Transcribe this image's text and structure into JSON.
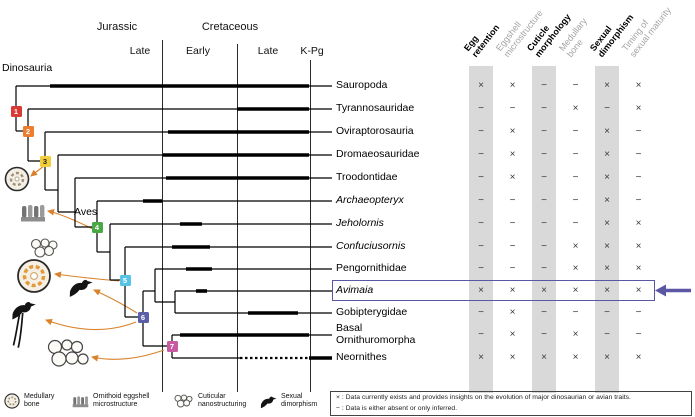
{
  "timeline": {
    "jurassic": "Jurassic",
    "cretaceous": "Cretaceous",
    "jurassic_stage": "Late",
    "cretaceous_early": "Early",
    "cretaceous_late": "Late",
    "kpg": "K-Pg"
  },
  "clade_labels": {
    "dinosauria": "Dinosauria",
    "aves": "Aves"
  },
  "columns": [
    {
      "line1": "Egg",
      "line2": "retention",
      "emphasis": true
    },
    {
      "line1": "Eggshell",
      "line2": "microstructure",
      "emphasis": false
    },
    {
      "line1": "Cuticle",
      "line2": "morphology",
      "emphasis": true
    },
    {
      "line1": "Medullary",
      "line2": "bone",
      "emphasis": false
    },
    {
      "line1": "Sexual",
      "line2": "dimorphism",
      "emphasis": true
    },
    {
      "line1": "Timing of",
      "line2": "sexual maturity",
      "emphasis": false
    }
  ],
  "taxa": [
    {
      "name": "Sauropoda",
      "italic": false,
      "values": [
        "×",
        "×",
        "−",
        "−",
        "×",
        "×"
      ]
    },
    {
      "name": "Tyrannosauridae",
      "italic": false,
      "values": [
        "−",
        "−",
        "−",
        "×",
        "−",
        "×"
      ]
    },
    {
      "name": "Oviraptorosauria",
      "italic": false,
      "values": [
        "−",
        "×",
        "−",
        "−",
        "×",
        "−"
      ]
    },
    {
      "name": "Dromaeosauridae",
      "italic": false,
      "values": [
        "−",
        "×",
        "−",
        "−",
        "×",
        "−"
      ]
    },
    {
      "name": "Troodontidae",
      "italic": false,
      "values": [
        "−",
        "×",
        "−",
        "−",
        "×",
        "−"
      ]
    },
    {
      "name": "Archaeopteryx",
      "italic": true,
      "values": [
        "−",
        "−",
        "−",
        "−",
        "×",
        "−"
      ]
    },
    {
      "name": "Jeholornis",
      "italic": true,
      "values": [
        "−",
        "−",
        "−",
        "−",
        "×",
        "×"
      ]
    },
    {
      "name": "Confuciusornis",
      "italic": true,
      "values": [
        "−",
        "−",
        "−",
        "×",
        "×",
        "×"
      ]
    },
    {
      "name": "Pengornithidae",
      "italic": false,
      "values": [
        "−",
        "−",
        "−",
        "×",
        "×",
        "×"
      ]
    },
    {
      "name": "Avimaia",
      "italic": true,
      "values": [
        "×",
        "×",
        "×",
        "×",
        "×",
        "×"
      ]
    },
    {
      "name": "Gobipterygidae",
      "italic": false,
      "values": [
        "−",
        "×",
        "−",
        "−",
        "−",
        "−"
      ]
    },
    {
      "name": "Basal\nOrnithuromorpha",
      "italic": false,
      "values": [
        "−",
        "×",
        "−",
        "×",
        "−",
        "−"
      ]
    },
    {
      "name": "Neornithes",
      "italic": false,
      "values": [
        "×",
        "×",
        "×",
        "×",
        "×",
        "×"
      ]
    }
  ],
  "nodes": [
    {
      "label": "1",
      "color": "#d93a35",
      "text": "#ffffff"
    },
    {
      "label": "2",
      "color": "#ee7d2d",
      "text": "#ffffff"
    },
    {
      "label": "3",
      "color": "#f2cf3a",
      "text": "#222222"
    },
    {
      "label": "4",
      "color": "#4aa845",
      "text": "#ffffff"
    },
    {
      "label": "5",
      "color": "#57c4e6",
      "text": "#ffffff"
    },
    {
      "label": "6",
      "color": "#5a5fa8",
      "text": "#ffffff"
    },
    {
      "label": "7",
      "color": "#c75aa3",
      "text": "#ffffff"
    }
  ],
  "highlight": {
    "taxon": "Avimaia",
    "color": "#5b57a5"
  },
  "legend": {
    "items": [
      {
        "icon": "medullary-bone-icon",
        "label": "Medullary\nbone"
      },
      {
        "icon": "ornithoid-eggshell-icon",
        "label": "Ornithoid eggshell\nmicrostructure"
      },
      {
        "icon": "cuticular-nanostructuring-icon",
        "label": "Cuticular\nnanostructuring"
      },
      {
        "icon": "sexual-dimorphism-icon",
        "label": "Sexual\ndimorphism"
      }
    ]
  },
  "key": {
    "exists": "× : Data currently exists and provides insights on the evolution of major dinosaurian or avian traits.",
    "absent": "− : Data is either absent or only inferred."
  }
}
